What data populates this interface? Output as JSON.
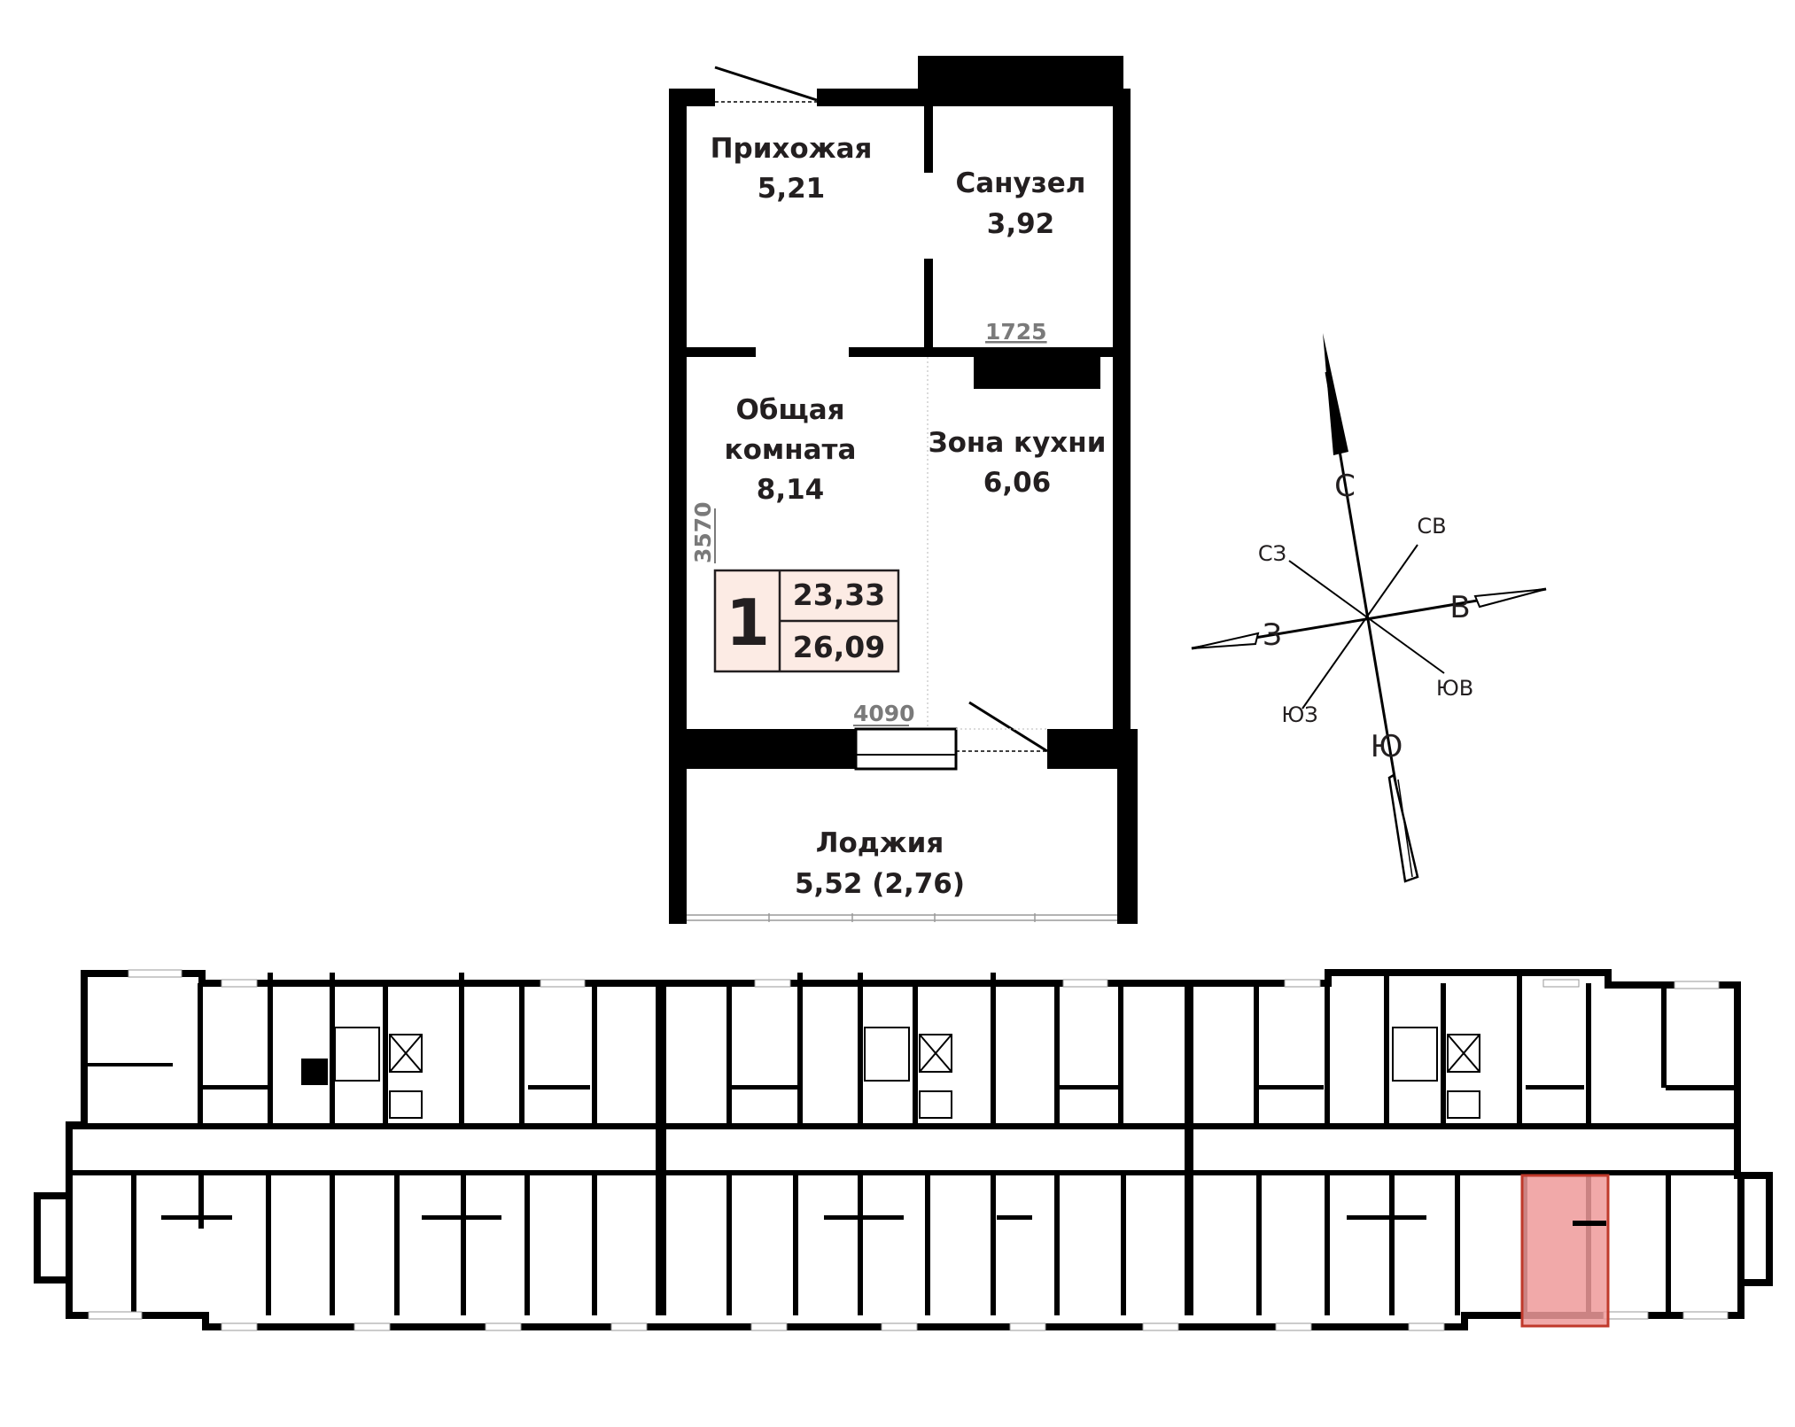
{
  "rooms": {
    "hall": {
      "name": "Прихожая",
      "area": "5,21"
    },
    "bath": {
      "name": "Санузел",
      "area": "3,92"
    },
    "living": {
      "name_line1": "Общая",
      "name_line2": "комната",
      "area": "8,14"
    },
    "kitchen": {
      "name": "Зона кухни",
      "area": "6,06"
    },
    "loggia": {
      "name": "Лоджия",
      "area": "5,52 (2,76)"
    }
  },
  "dimensions": {
    "bath_width": "1725",
    "room_width": "4090",
    "room_depth": "3570"
  },
  "summary": {
    "rooms_count": "1",
    "living_area": "23,33",
    "total_area": "26,09"
  },
  "compass": {
    "n": "С",
    "s": "Ю",
    "e": "В",
    "w": "З",
    "ne": "СВ",
    "nw": "СЗ",
    "se": "ЮВ",
    "sw": "ЮЗ"
  },
  "colors": {
    "wall": "#000000",
    "badge_fill": "#fcebe4",
    "highlight": "#ee9a9a"
  }
}
